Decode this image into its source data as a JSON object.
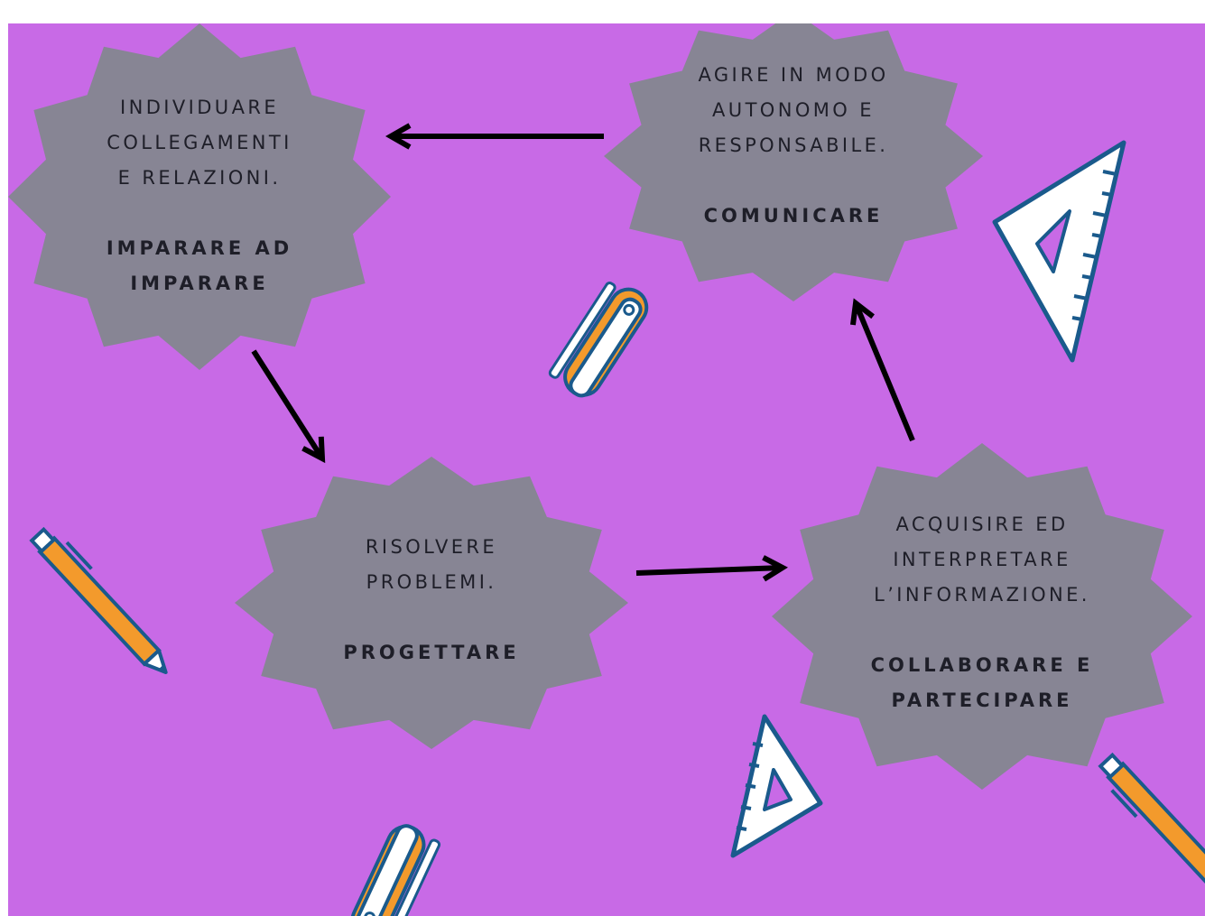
{
  "colors": {
    "background": "#c86ae6",
    "node_fill": "#878594",
    "text": "#1e1e28",
    "arrow": "#000000",
    "icon_outline": "#1a5a8c",
    "icon_accent": "#f39a2c",
    "icon_light": "#ffffff"
  },
  "nodes": {
    "imparare": {
      "description": "INDIVIDUARE\nCOLLEGAMENTI\nE RELAZIONI.",
      "title": "IMPARARE AD\nIMPARARE"
    },
    "comunicare": {
      "description": "AGIRE IN MODO\nAUTONOMO E\nRESPONSABILE.",
      "title": "COMUNICARE"
    },
    "progettare": {
      "description": "RISOLVERE\nPROBLEMI.",
      "title": "PROGETTARE"
    },
    "collaborare": {
      "description": "ACQUISIRE ED\nINTERPRETARE\nL’INFORMAZIONE.",
      "title": "COLLABORARE E\nPARTECIPARE"
    }
  },
  "arrows": [
    {
      "from": "comunicare",
      "to": "imparare"
    },
    {
      "from": "imparare",
      "to": "progettare"
    },
    {
      "from": "progettare",
      "to": "collaborare"
    },
    {
      "from": "collaborare",
      "to": "comunicare"
    }
  ],
  "icons": [
    "set-square-icon",
    "stapler-icon",
    "pencil-icon",
    "set-square-icon",
    "stapler-icon",
    "pencil-icon"
  ]
}
